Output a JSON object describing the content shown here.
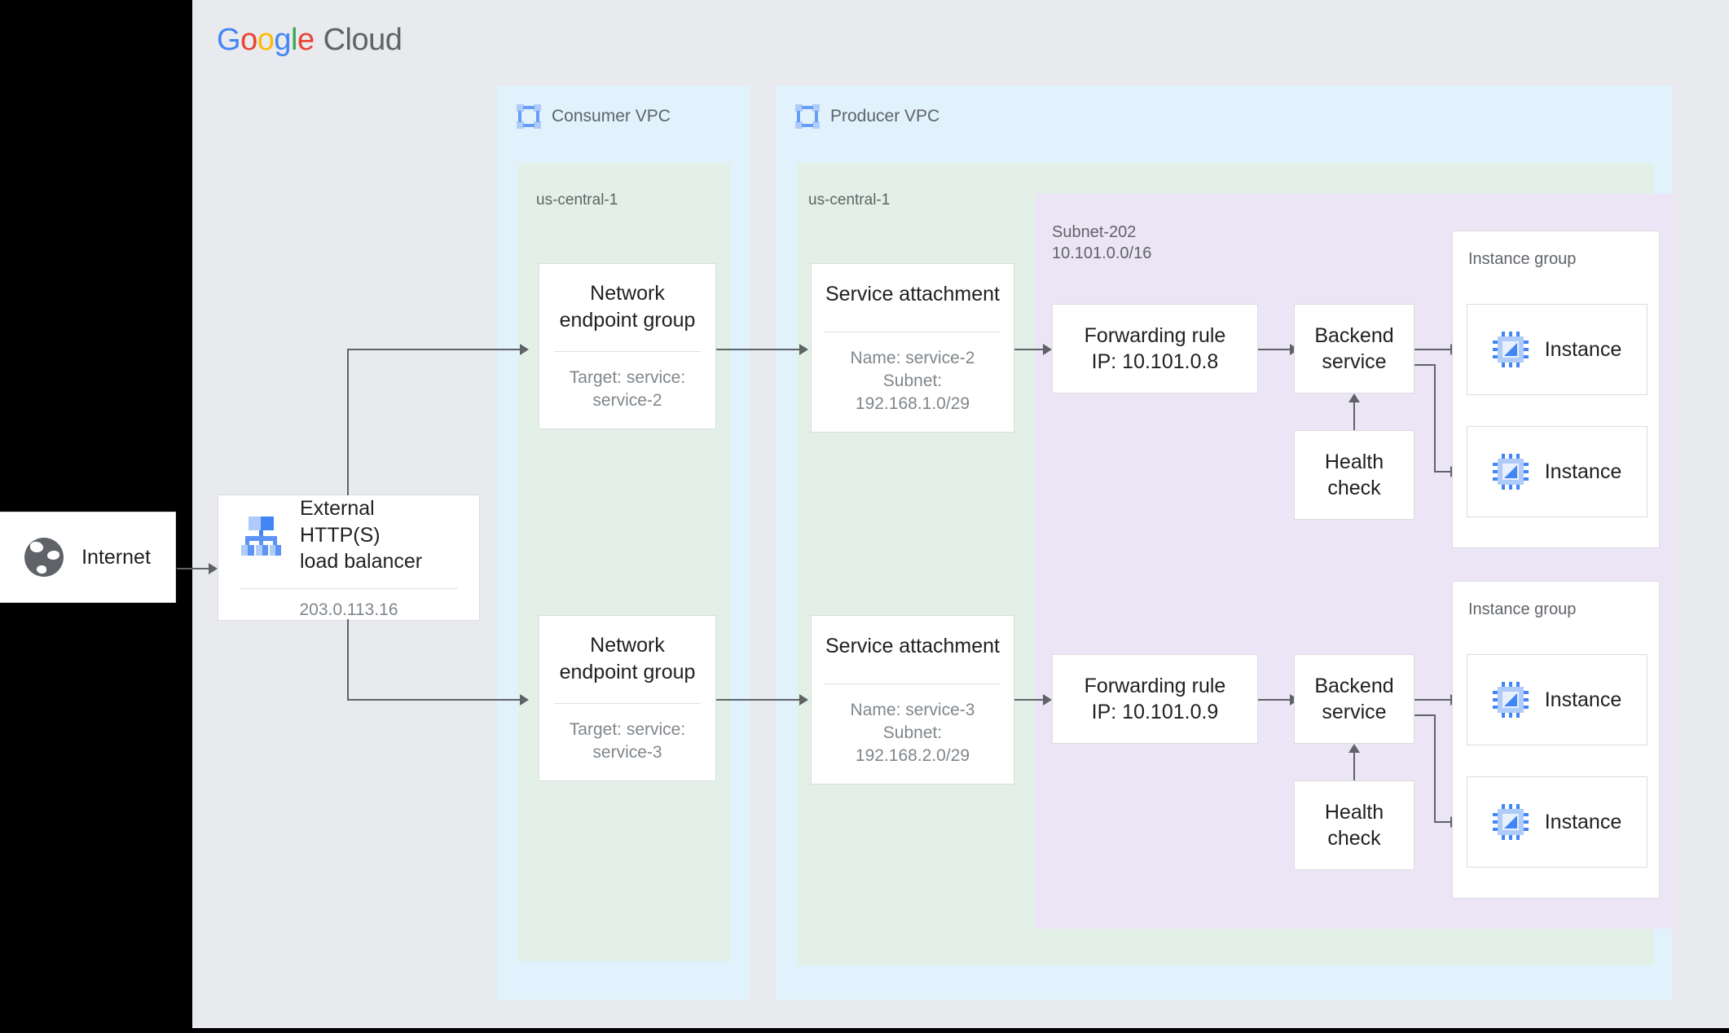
{
  "brand": {
    "google_letters": [
      "G",
      "o",
      "o",
      "g",
      "l",
      "e"
    ],
    "cloud_word": "Cloud",
    "colors": {
      "blue": "#4285f4",
      "red": "#ea4335",
      "yellow": "#fbbc05",
      "green": "#34a853",
      "grey": "#5f6368"
    }
  },
  "canvas": {
    "background": "#e8eaed",
    "outside_background": "#000000"
  },
  "internet": {
    "label": "Internet",
    "icon": "globe-icon"
  },
  "load_balancer": {
    "title": "External HTTP(S)\nload balancer",
    "ip": "203.0.113.16",
    "icon": "load-balancer-hierarchy-icon"
  },
  "consumer_vpc": {
    "label": "Consumer VPC",
    "icon": "vpc-icon",
    "background": "#e1f2fd",
    "region": {
      "label": "us-central-1",
      "background": "#e3f0e7"
    },
    "negs": [
      {
        "title": "Network\nendpoint group",
        "sub": "Target: service:\nservice-2"
      },
      {
        "title": "Network\nendpoint group",
        "sub": "Target: service:\nservice-3"
      }
    ]
  },
  "producer_vpc": {
    "label": "Producer VPC",
    "icon": "vpc-icon",
    "background": "#e1f2fd",
    "region": {
      "label": "us-central-1",
      "background": "#e3f0e7"
    },
    "subnet": {
      "label": "Subnet-202\n10.101.0.0/16",
      "background": "#ece5f6"
    },
    "service_attachments": [
      {
        "title": "Service attachment",
        "sub": "Name: service-2\nSubnet:\n192.168.1.0/29"
      },
      {
        "title": "Service attachment",
        "sub": "Name: service-3\nSubnet:\n192.168.2.0/29"
      }
    ],
    "forwarding_rules": [
      {
        "title": "Forwarding rule\nIP: 10.101.0.8"
      },
      {
        "title": "Forwarding rule\nIP: 10.101.0.9"
      }
    ],
    "backend_services": [
      {
        "title": "Backend\nservice"
      },
      {
        "title": "Backend\nservice"
      }
    ],
    "health_checks": [
      {
        "title": "Health\ncheck"
      },
      {
        "title": "Health\ncheck"
      }
    ],
    "instance_groups": [
      {
        "label": "Instance group",
        "instances": [
          {
            "label": "Instance",
            "icon": "compute-instance-chip-icon"
          },
          {
            "label": "Instance",
            "icon": "compute-instance-chip-icon"
          }
        ]
      },
      {
        "label": "Instance group",
        "instances": [
          {
            "label": "Instance",
            "icon": "compute-instance-chip-icon"
          },
          {
            "label": "Instance",
            "icon": "compute-instance-chip-icon"
          }
        ]
      }
    ]
  }
}
